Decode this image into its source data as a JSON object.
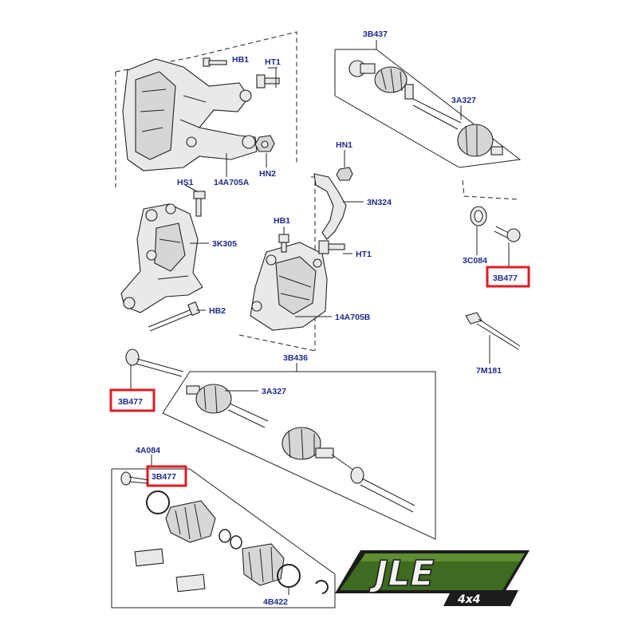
{
  "labels": {
    "HB1_top": "HB1",
    "HT1_top": "HT1",
    "HN2": "HN2",
    "P14A705A": "14A705A",
    "HS1": "HS1",
    "P3K305": "3K305",
    "HB2": "HB2",
    "HN1": "HN1",
    "P3N324": "3N324",
    "HB1_mid": "HB1",
    "HT1_mid": "HT1",
    "P14A705B": "14A705B",
    "P3B437": "3B437",
    "P3A327_top": "3A327",
    "P3C084": "3C084",
    "P3B477_right": "3B477",
    "P7M181": "7M181",
    "P3B436": "3B436",
    "P3A327_mid": "3A327",
    "P3B477_left": "3B477",
    "P4A084": "4A084",
    "P3B477_bottom": "3B477",
    "P4B422": "4B422"
  },
  "logo": {
    "text": "JLE",
    "subtext": "4x4"
  },
  "colors": {
    "label": "#1f2a8c",
    "highlight": "#e01b24",
    "logo_green": "#3e6b1f"
  }
}
